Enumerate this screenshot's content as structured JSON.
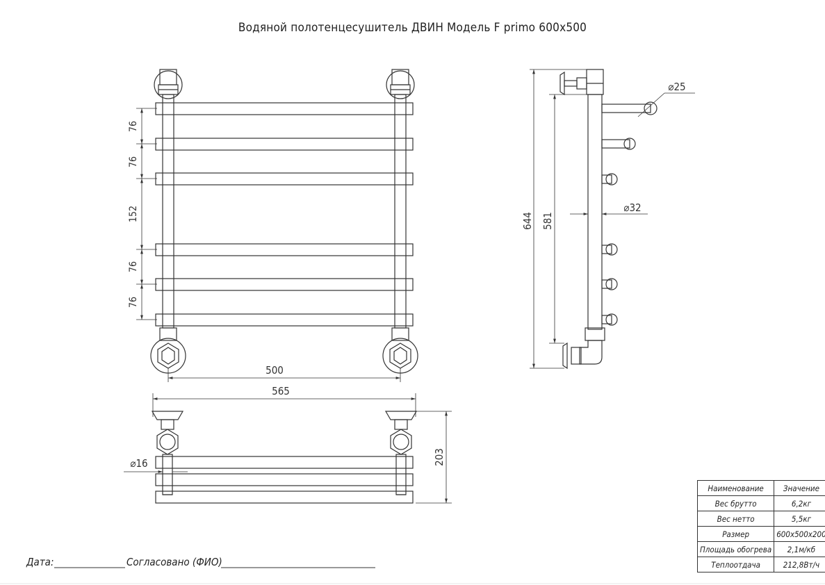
{
  "title": "Водяной полотенцесушитель ДВИН Модель  F primo 600x500",
  "front_view": {
    "dims_left": [
      "76",
      "76",
      "152",
      "76",
      "76"
    ],
    "dim_inner_width": "500",
    "dim_outer_width": "565"
  },
  "side_view": {
    "dim_total_height": "644",
    "dim_pipe_height": "581",
    "dim_rail_diameter": "⌀25",
    "dim_pipe_diameter": "⌀32"
  },
  "top_view": {
    "dim_fitting_diameter": "⌀16",
    "dim_depth": "203"
  },
  "spec_table": {
    "header": [
      "Наименование",
      "Значение"
    ],
    "rows": [
      [
        "Вес брутто",
        "6,2кг"
      ],
      [
        "Вес нетто",
        "5,5кг"
      ],
      [
        "Размер",
        "600x500x200"
      ],
      [
        "Площадь обогрева",
        "2,1м/кб"
      ],
      [
        "Теплоотдача",
        "212,8Вт/ч"
      ]
    ]
  },
  "signature": {
    "date_label": "Дата:",
    "approved_label": "Согласовано (ФИО)"
  }
}
